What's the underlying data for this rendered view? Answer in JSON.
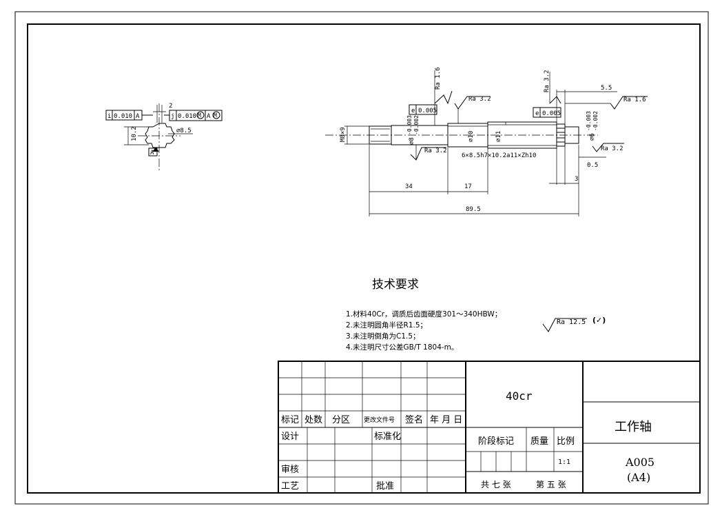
{
  "section_view": {
    "frame1": {
      "sym": "i",
      "tol": "0.010",
      "datum": "A"
    },
    "frame2": {
      "sym": "j",
      "tol": "0.010",
      "mod": "M",
      "datum": "A",
      "datum_mod": "M"
    },
    "dim_width": "2",
    "dim_height": "10.2",
    "dim_dia": "⌀8.5",
    "datum_label": "A"
  },
  "shaft": {
    "thread": "M8×9",
    "ra_top_left": "Ra 1.6",
    "ra_mid_top": "Ra 3.2",
    "ra_right_top": "Ra 3.2",
    "ra_right_top2": "Ra 1.6",
    "ra_bottom_left": "Ra 3.2",
    "ra_right_bottom": "Ra 3.2",
    "frame_left": {
      "sym": "e",
      "tol": "0.005"
    },
    "frame_right": {
      "sym": "e",
      "tol": "0.005"
    },
    "dia_8": "⌀8",
    "tol_8_upper": "-0.003",
    "tol_8_lower": "-0.002",
    "dia_10": "⌀10",
    "dia_11": "⌀11",
    "dia_6": "⌀6",
    "tol_6_upper": "-0.003",
    "tol_6_lower": "-0.002",
    "spline": "6×8.5h7×10.2a11×Zh10",
    "dim_34": "34",
    "dim_17": "17",
    "dim_total": "89.5",
    "dim_55": "5.5",
    "dim_05": "0.5",
    "dim_3": "3"
  },
  "requirements": {
    "title": "技术要求",
    "items": [
      "1.材料40Cr，调质后齿面硬度301～340HBW；",
      "2.未注明圆角半径R1.5；",
      "3.未注明倒角为C1.5；",
      "4.未注明尺寸公差GB/T 1804-m。"
    ],
    "general_roughness": "Ra 12.5",
    "general_mark": "(✓)"
  },
  "title_block": {
    "headers": [
      "标记",
      "处数",
      "分区",
      "更改文件号",
      "签名",
      "年 月 日"
    ],
    "design": "设计",
    "standardize": "标准化",
    "check": "审核",
    "process": "工艺",
    "approve": "批准",
    "material": "40cr",
    "stage_mark": "阶段标记",
    "weight": "质量",
    "scale_label": "比例",
    "scale": "1:1",
    "sheets": "共 七 张",
    "sheet_no": "第 五 张",
    "part_name": "工作轴",
    "drawing_no": "A005",
    "format": "(A4)"
  }
}
